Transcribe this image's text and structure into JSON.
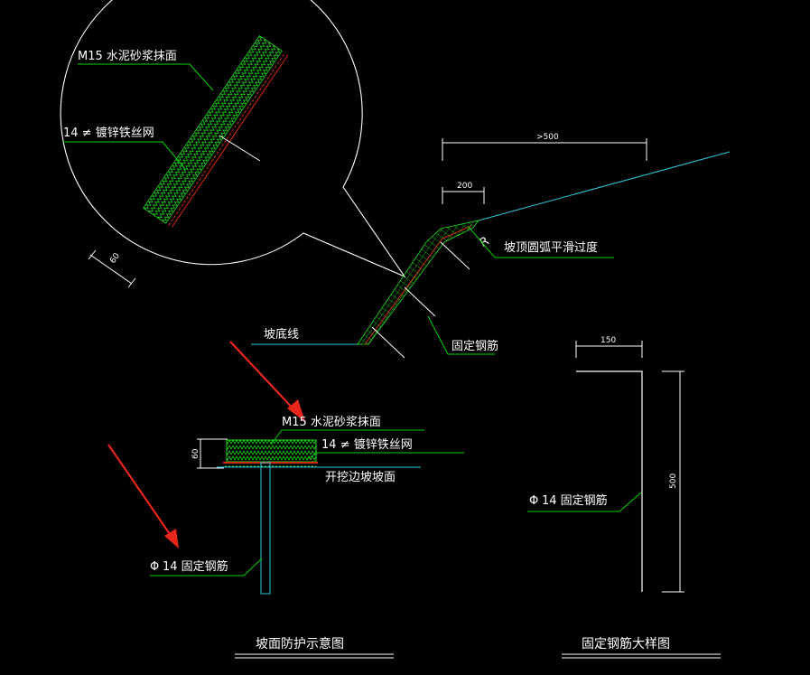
{
  "colors": {
    "background": "#000000",
    "line": "#ffffff",
    "leader": "#00d200",
    "slope": "#2ec8d8",
    "hatch": "#20e020",
    "rebar_red": "#d82a10",
    "arrow": "#e8261c"
  },
  "detail_circle": {
    "mortar_label": "M15 水泥砂浆抹面",
    "mesh_label": "14 ≠ 镀锌铁丝网",
    "thickness_dim": "60"
  },
  "section": {
    "dim_top": ">500",
    "dim_inner": "200",
    "radius_mark": "R",
    "crest_label": "坡顶圆弧平滑过度",
    "toe_label": "坡底线",
    "rebar_label": "固定钢筋"
  },
  "anchor_detail": {
    "mortar_label": "M15 水泥砂浆抹面",
    "mesh_label": "14 ≠ 镀锌铁丝网",
    "surface_label": "开挖边坡坡面",
    "rebar_label": "14 固定钢筋",
    "rebar_symbol": "Φ",
    "thickness_dim": "60"
  },
  "rebar_detail": {
    "dim_horizontal": "150",
    "dim_vertical": "500",
    "rebar_label": "14 固定钢筋",
    "rebar_symbol": "Φ"
  },
  "titles": {
    "left": "坡面防护示意图",
    "right": "固定钢筋大样图"
  }
}
